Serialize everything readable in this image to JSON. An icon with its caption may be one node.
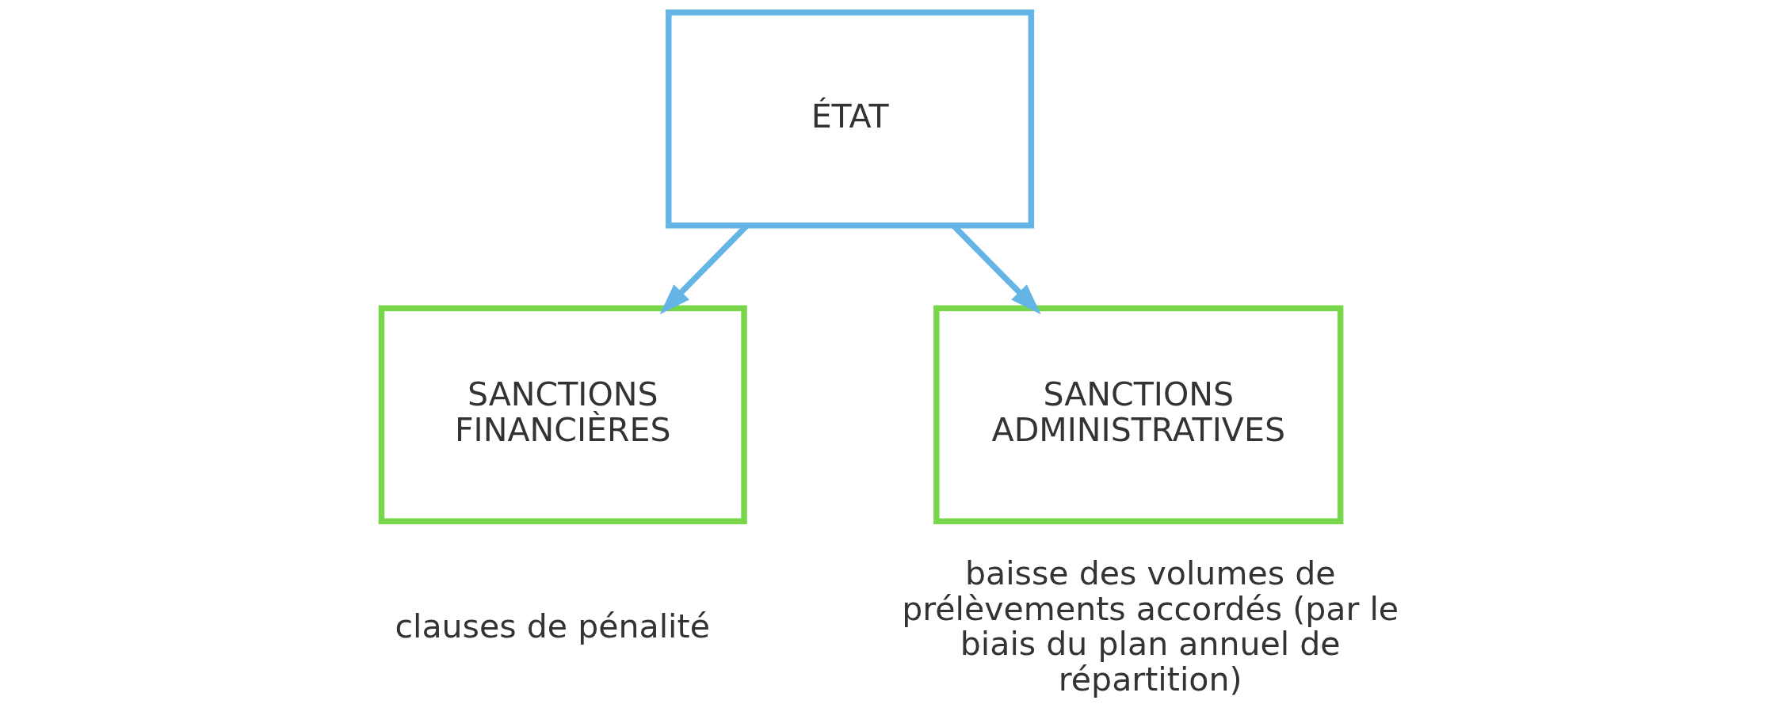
{
  "diagram": {
    "nodes": [
      {
        "text": [
          "ÉTAT"
        ]
      },
      {
        "text": [
          "SANCTIONS FINANCIÈRES"
        ],
        "beside": [
          "clauses de pénalité"
        ]
      },
      {
        "text": [
          "SANCTIONS ADMINISTRATIVES"
        ],
        "beside": [
          "baisse des volumes de prélèvements accordés (par le biais du plan annuel de répartition)"
        ]
      }
    ],
    "edges": [
      {
        "from": 0,
        "to": 1,
        "arrow": "to"
      },
      {
        "from": 0,
        "to": 2,
        "arrow": "to"
      }
    ]
  }
}
